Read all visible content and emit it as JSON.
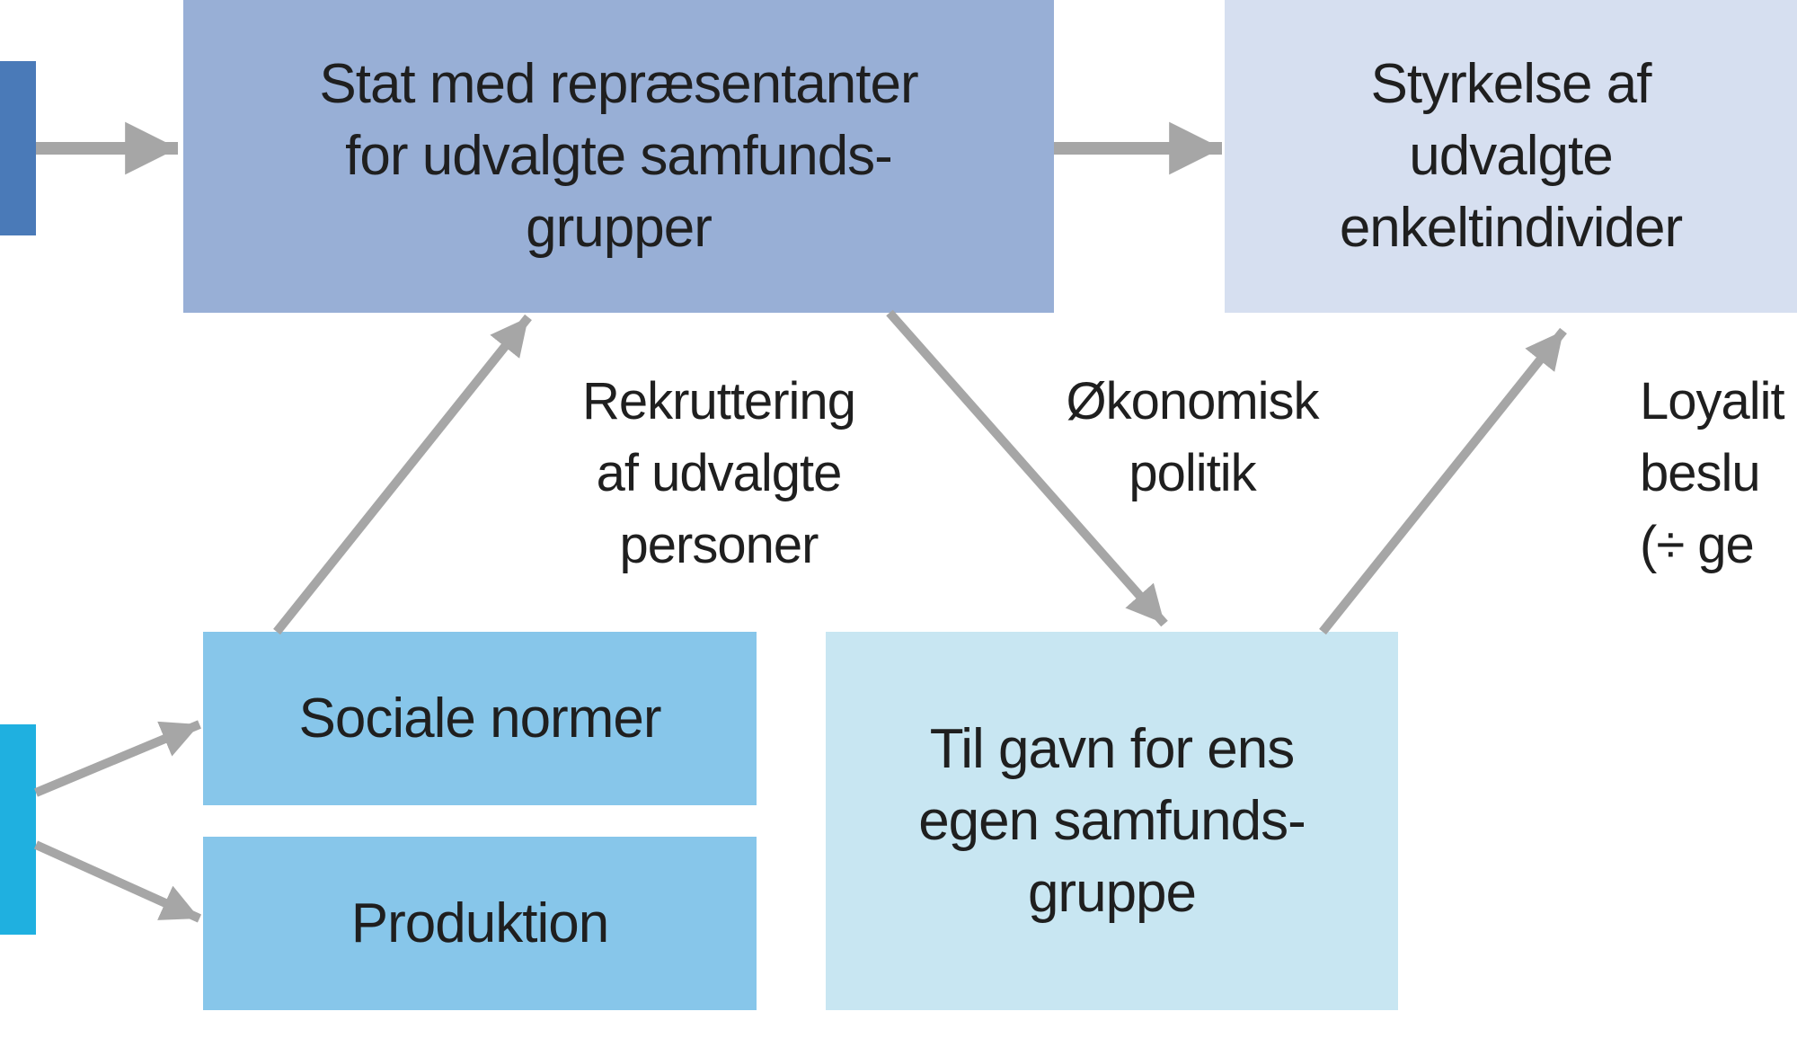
{
  "diagram": {
    "colors": {
      "box_state": "#98afd6",
      "box_strengthening": "#d6dff0",
      "box_norms": "#87c6ea",
      "box_production": "#87c6ea",
      "box_benefit": "#c8e6f2",
      "edge_bar_top": "#4a7ab8",
      "edge_bar_bottom": "#1fb0e0",
      "arrow": "#a6a6a6",
      "text": "#1f1f1f"
    },
    "boxes": {
      "state": "Stat med repræsentanter\nfor udvalgte samfunds-\ngrupper",
      "strengthening": "Styrkelse af\nudvalgte\nenkeltindivider",
      "norms": "Sociale normer",
      "production": "Produktion",
      "benefit": "Til gavn for ens\negen samfunds-\ngruppe"
    },
    "labels": {
      "recruitment": "Rekruttering\naf udvalgte\npersoner",
      "economic_policy": "Økonomisk\npolitik",
      "loyalty_partial": "Loyalit\nbeslu\n(÷ ge"
    }
  }
}
